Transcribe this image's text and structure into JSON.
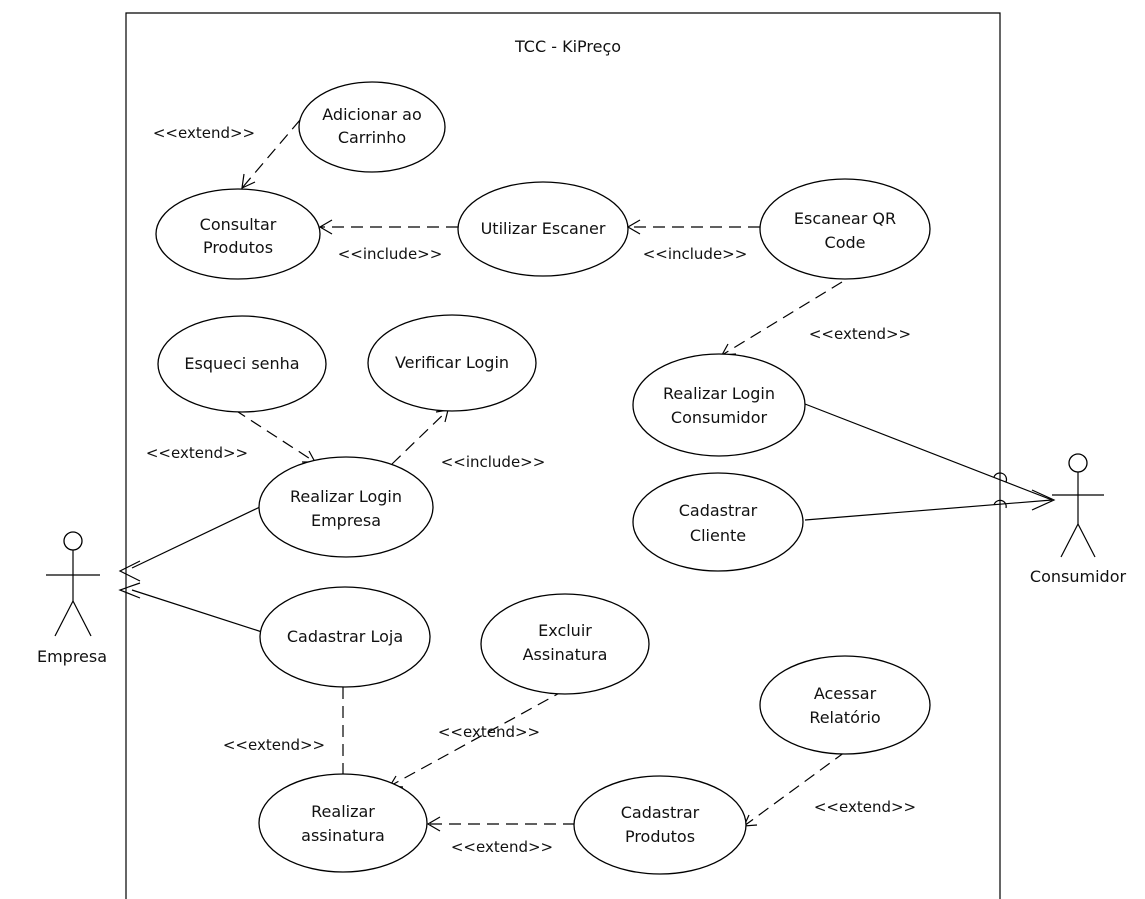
{
  "system": {
    "title": "TCC - KiPreço"
  },
  "actors": {
    "empresa": "Empresa",
    "consumidor": "Consumidor"
  },
  "use_cases": {
    "adicionar": [
      "Adicionar ao",
      "Carrinho"
    ],
    "consultar": [
      "Consultar",
      "Produtos"
    ],
    "utilizar": [
      "Utilizar Escaner"
    ],
    "escanear": [
      "Escanear QR",
      "Code"
    ],
    "esqueci": [
      "Esqueci senha"
    ],
    "verificar": [
      "Verificar Login"
    ],
    "login_consumidor": [
      "Realizar Login",
      "Consumidor"
    ],
    "login_empresa": [
      "Realizar Login",
      "Empresa"
    ],
    "cadastrar_cliente": [
      "Cadastrar",
      "Cliente"
    ],
    "cadastrar_loja": [
      "Cadastrar Loja"
    ],
    "excluir": [
      "Excluir",
      "Assinatura"
    ],
    "acessar": [
      "Acessar",
      "Relatório"
    ],
    "assinatura": [
      "Realizar",
      "assinatura"
    ],
    "cadastrar_produtos": [
      "Cadastrar",
      "Produtos"
    ]
  },
  "relation_labels": {
    "adicionar_consultar": "<<extend>>",
    "utilizar_consultar": "<<include>>",
    "escanear_utilizar": "<<include>>",
    "escanear_login_consumidor": "<<extend>>",
    "esqueci_login_empresa": "<<extend>>",
    "login_empresa_verificar": "<<include>>",
    "assinatura_cadastrar_loja": "<<extend>>",
    "excluir_assinatura": "<<extend>>",
    "acessar_cadastrar_produtos": "<<extend>>",
    "cadastrar_produtos_assinatura": "<<extend>>"
  }
}
